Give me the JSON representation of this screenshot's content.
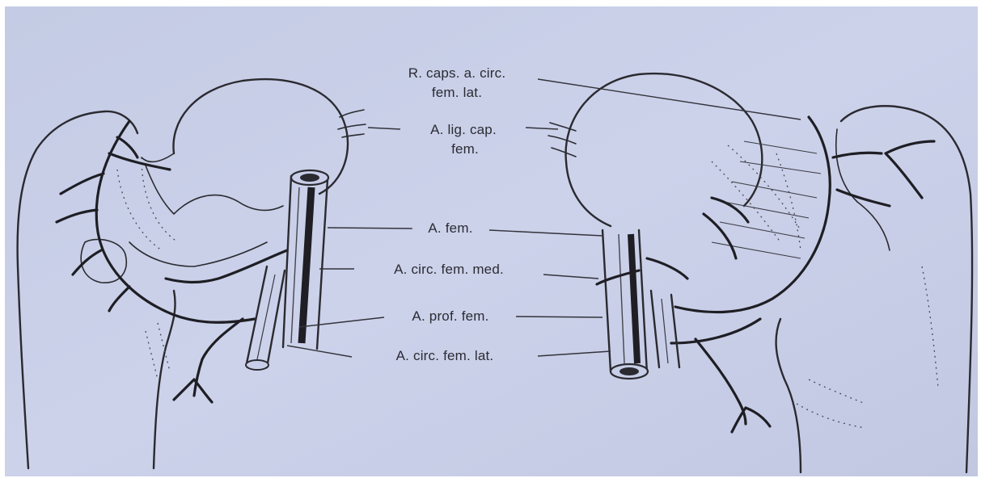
{
  "colors": {
    "paper": "#c9cfe6",
    "ink": "#2a2a30"
  },
  "labels": {
    "r_caps_line1": "R. caps. a. circ.",
    "r_caps_line2": "fem. lat.",
    "a_lig_cap_line1": "A. lig. cap.",
    "a_lig_cap_line2": "fem.",
    "a_fem": "A. fem.",
    "a_circ_fem_med": "A. circ. fem. med.",
    "a_prof_fem": "A. prof. fem.",
    "a_circ_fem_lat": "A. circ. fem. lat."
  }
}
